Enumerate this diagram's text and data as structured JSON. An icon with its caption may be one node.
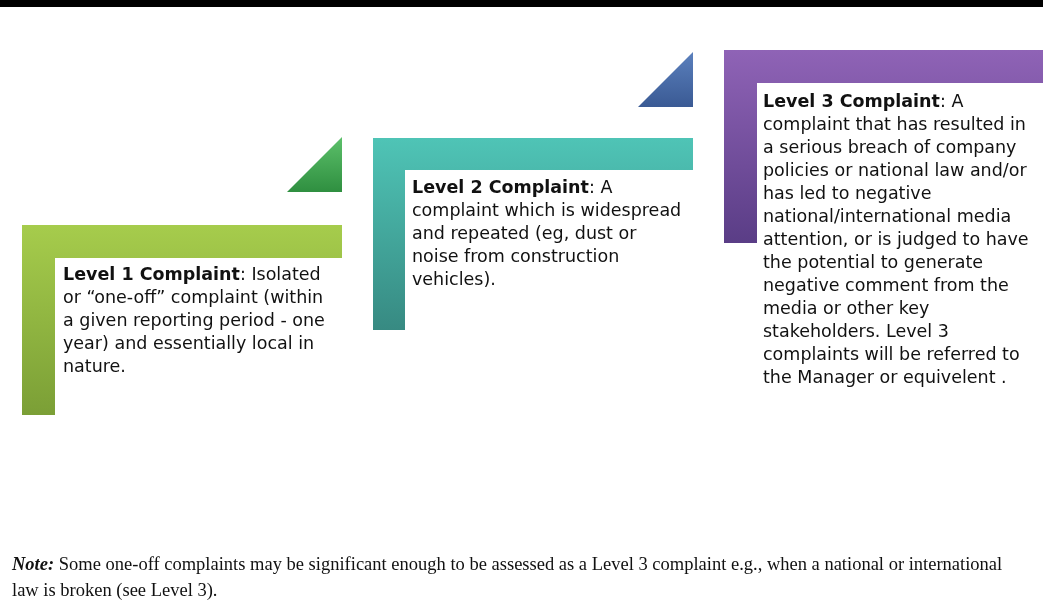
{
  "diagram": {
    "nodes": [
      {
        "text": [
          "**Level 1 Complaint**: Isolated or “one-off” complaint (within a given reporting period - one year) and essentially local in nature."
        ]
      },
      {
        "text": [
          "**Level 2 Complaint**: A complaint which is widespread and repeated (eg, dust or noise from construction vehicles)."
        ]
      },
      {
        "text": [
          "**Level 3 Complaint**: A complaint that has resulted in a serious breach of company policies or national law and/or has led to negative national/international media attention, or is judged to have the potential to generate negative comment from the media or other key stakeholders.  Level 3 complaints will be referred to the Manager or equivelent ."
        ]
      }
    ],
    "caption": "*Note:* Some one-off complaints may be significant enough to be assessed as a Level 3 complaint e.g., when a national or international law is broken (see Level 3)."
  }
}
